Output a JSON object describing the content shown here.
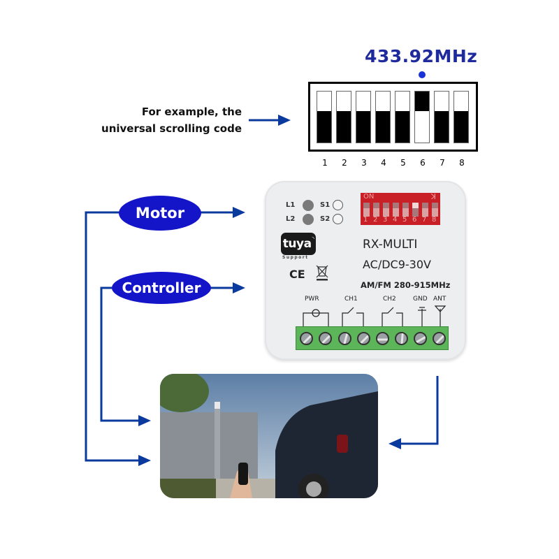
{
  "frequency_label": "433.92MHz",
  "example_text": {
    "line1": "For example, the",
    "line2": "universal scrolling code"
  },
  "dip_switch": {
    "numbers": [
      "1",
      "2",
      "3",
      "4",
      "5",
      "6",
      "7",
      "8"
    ],
    "positions": [
      "down",
      "down",
      "down",
      "down",
      "down",
      "up",
      "down",
      "down"
    ],
    "highlighted_switch": "6"
  },
  "flow_labels": {
    "motor": "Motor",
    "controller": "Controller"
  },
  "device": {
    "led_labels": [
      "L1",
      "L2"
    ],
    "button_labels": [
      "S1",
      "S2"
    ],
    "dip_on_label": "ON",
    "dip_numbers": [
      "1",
      "2",
      "3",
      "4",
      "5",
      "6",
      "7",
      "8"
    ],
    "brand": "tuya",
    "brand_sub": "Support",
    "ce_mark": "CE",
    "model": "RX-MULTI",
    "voltage": "AC/DC9-30V",
    "band": "AM/FM 280-915MHz",
    "terminal_labels": [
      "PWR",
      "CH1",
      "CH2",
      "GND",
      "ANT"
    ]
  },
  "photo": {
    "description": "Hand holding remote control in front of sliding gate with car"
  },
  "colors": {
    "accent_blue": "#1f2a9c",
    "arrow_blue": "#0b3a9e",
    "oval_blue": "#1414c8",
    "terminal_green": "#5cb558",
    "dip_red": "#c91f26"
  }
}
